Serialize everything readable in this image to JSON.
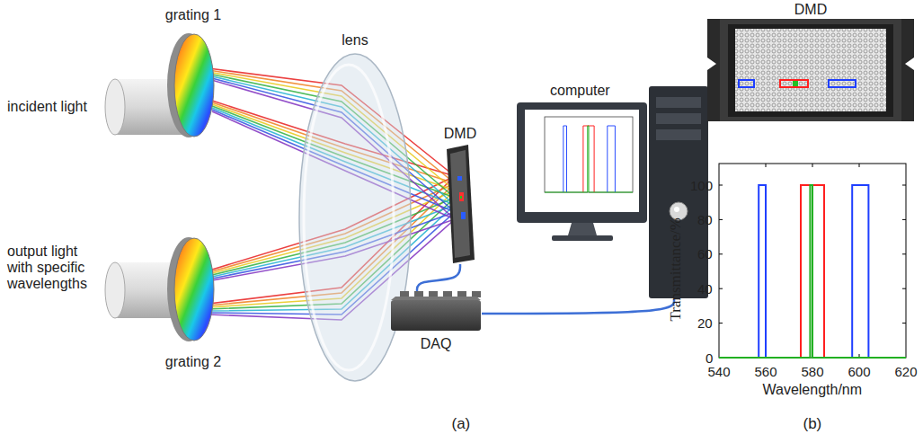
{
  "diagram": {
    "nodes": [
      {
        "text": [
          "grating 1"
        ]
      },
      {
        "text": [
          "lens"
        ]
      },
      {
        "text": [
          "DMD"
        ]
      },
      {
        "text": [
          "computer"
        ]
      },
      {
        "text": [
          "DAQ"
        ]
      },
      {
        "text": [
          "grating 2"
        ]
      },
      {
        "text": [
          "DMD"
        ]
      }
    ],
    "edges": [
      {
        "from": 2,
        "to": 4,
        "arrow": "none"
      },
      {
        "from": 4,
        "to": 3,
        "arrow": "none"
      }
    ],
    "labels": [
      "incident light",
      "output light with specific wavelengths",
      "(a)",
      "(b)",
      "Transmittance/%",
      "Wavelength/nm",
      "100",
      "80",
      "60",
      "40",
      "20",
      "0",
      "540",
      "560",
      "580",
      "600",
      "620"
    ]
  }
}
